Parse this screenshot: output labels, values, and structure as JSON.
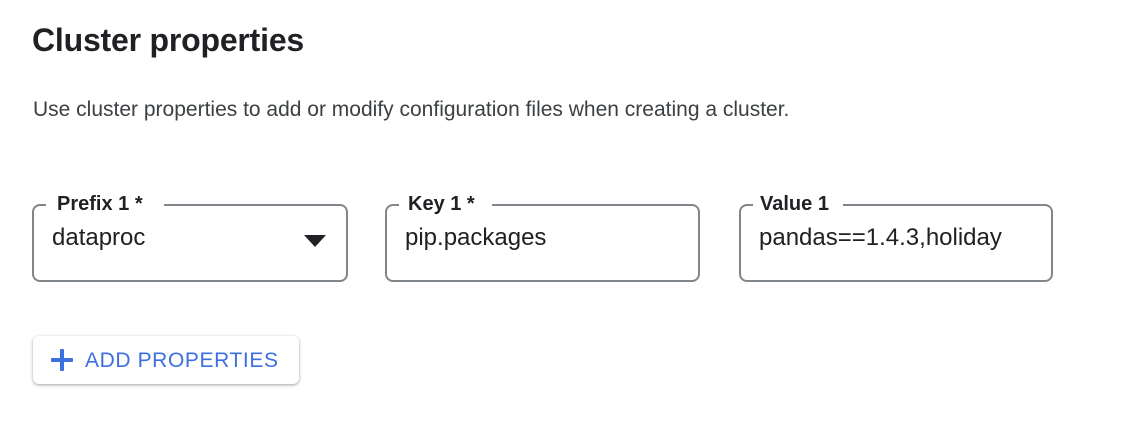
{
  "header": {
    "title": "Cluster properties",
    "description": "Use cluster properties to add or modify configuration files when creating a cluster."
  },
  "theme": {
    "accent_blue": "#3c6fe0",
    "text_primary": "#202124",
    "text_secondary": "#3c4043",
    "field_border": "#80868b",
    "background": "#ffffff"
  },
  "property_rows": [
    {
      "prefix": {
        "label": "Prefix 1 *",
        "value": "dataproc",
        "control": "select",
        "icon": "chevron-down-icon",
        "required": true
      },
      "key": {
        "label": "Key 1 *",
        "value": "pip.packages",
        "control": "text",
        "required": true
      },
      "value": {
        "label": "Value 1",
        "value": "pandas==1.4.3,holiday",
        "control": "text",
        "required": false,
        "truncated": true
      }
    }
  ],
  "actions": {
    "add_properties": {
      "label": "ADD PROPERTIES",
      "icon": "plus-icon"
    }
  }
}
